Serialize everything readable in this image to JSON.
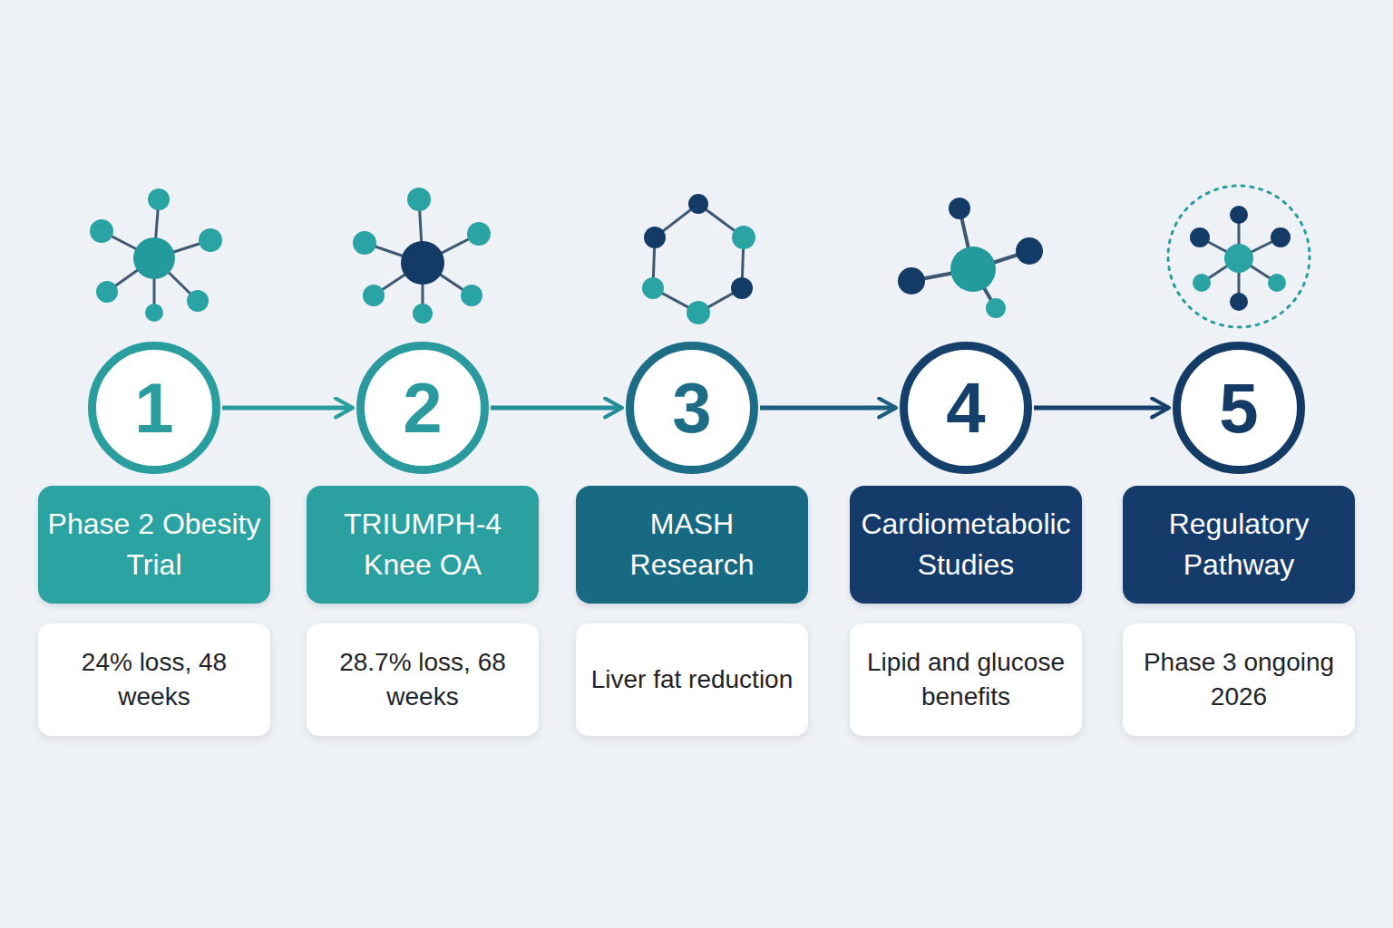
{
  "diagram": {
    "nodes": [
      {
        "text": [
          "1"
        ]
      },
      {
        "text": [
          "Phase 2 Obesity Trial"
        ]
      },
      {
        "text": [
          "24% loss, 48 weeks"
        ]
      },
      {
        "text": [
          "2"
        ]
      },
      {
        "text": [
          "TRIUMPH-4 Knee OA"
        ]
      },
      {
        "text": [
          "28.7% loss, 68 weeks"
        ]
      },
      {
        "text": [
          "3"
        ]
      },
      {
        "text": [
          "MASH Research"
        ]
      },
      {
        "text": [
          "Liver fat reduction"
        ]
      },
      {
        "text": [
          "4"
        ]
      },
      {
        "text": [
          "Cardiometabolic Studies"
        ]
      },
      {
        "text": [
          "Lipid and glucose benefits"
        ]
      },
      {
        "text": [
          "5"
        ]
      },
      {
        "text": [
          "Regulatory Pathway"
        ]
      },
      {
        "text": [
          "Phase 3 ongoing 2026"
        ]
      }
    ],
    "edges": [
      {
        "from": 0,
        "to": 3,
        "arrow": "to"
      },
      {
        "from": 3,
        "to": 6,
        "arrow": "to"
      },
      {
        "from": 6,
        "to": 9,
        "arrow": "to"
      },
      {
        "from": 9,
        "to": 12,
        "arrow": "to"
      }
    ]
  }
}
